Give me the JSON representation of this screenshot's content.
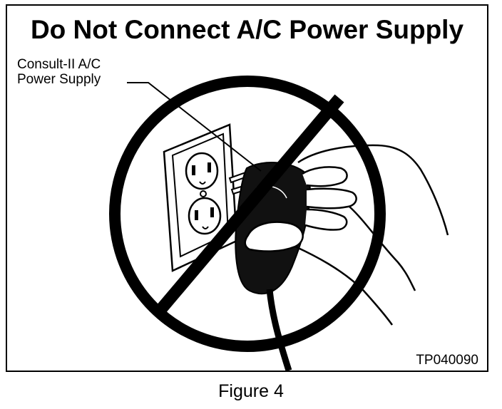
{
  "figure": {
    "title": "Do Not Connect A/C Power Supply",
    "callout": {
      "line1": "Consult-II A/C",
      "line2": "Power Supply"
    },
    "reference_code": "TP040090",
    "caption": "Figure 4"
  },
  "icons": {
    "prohibition": "prohibition-sign-icon",
    "outlet": "wall-outlet-icon",
    "plug": "power-adapter-plug-icon",
    "hand": "hand-icon"
  }
}
